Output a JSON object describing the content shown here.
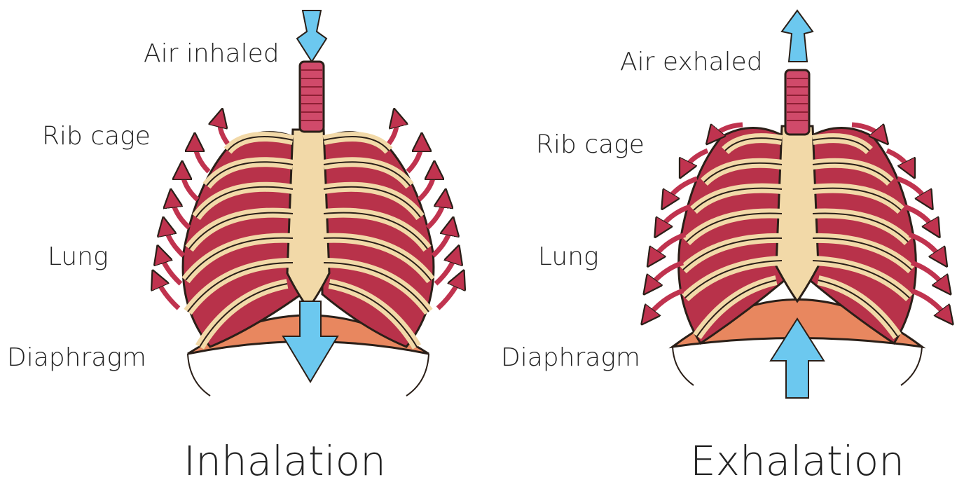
{
  "panels": [
    {
      "mode": "inhale",
      "air_label": "Air inhaled",
      "rib_label": "Rib cage",
      "lung_label": "Lung",
      "diaphragm_label": "Diaphragm",
      "caption": "Inhalation"
    },
    {
      "mode": "exhale",
      "air_label": "Air exhaled",
      "rib_label": "Rib cage",
      "lung_label": "Lung",
      "diaphragm_label": "Diaphragm",
      "caption": "Exhalation"
    }
  ],
  "colors": {
    "bone": "#f2d9a8",
    "bone_outline": "#2a1f18",
    "lung": "#b8324a",
    "lung_dark": "#8e1f34",
    "diaphragm": "#e8875f",
    "trachea": "#d04a6a",
    "movement_arrow": "#c0334f",
    "air_arrow": "#6cc8ef"
  }
}
